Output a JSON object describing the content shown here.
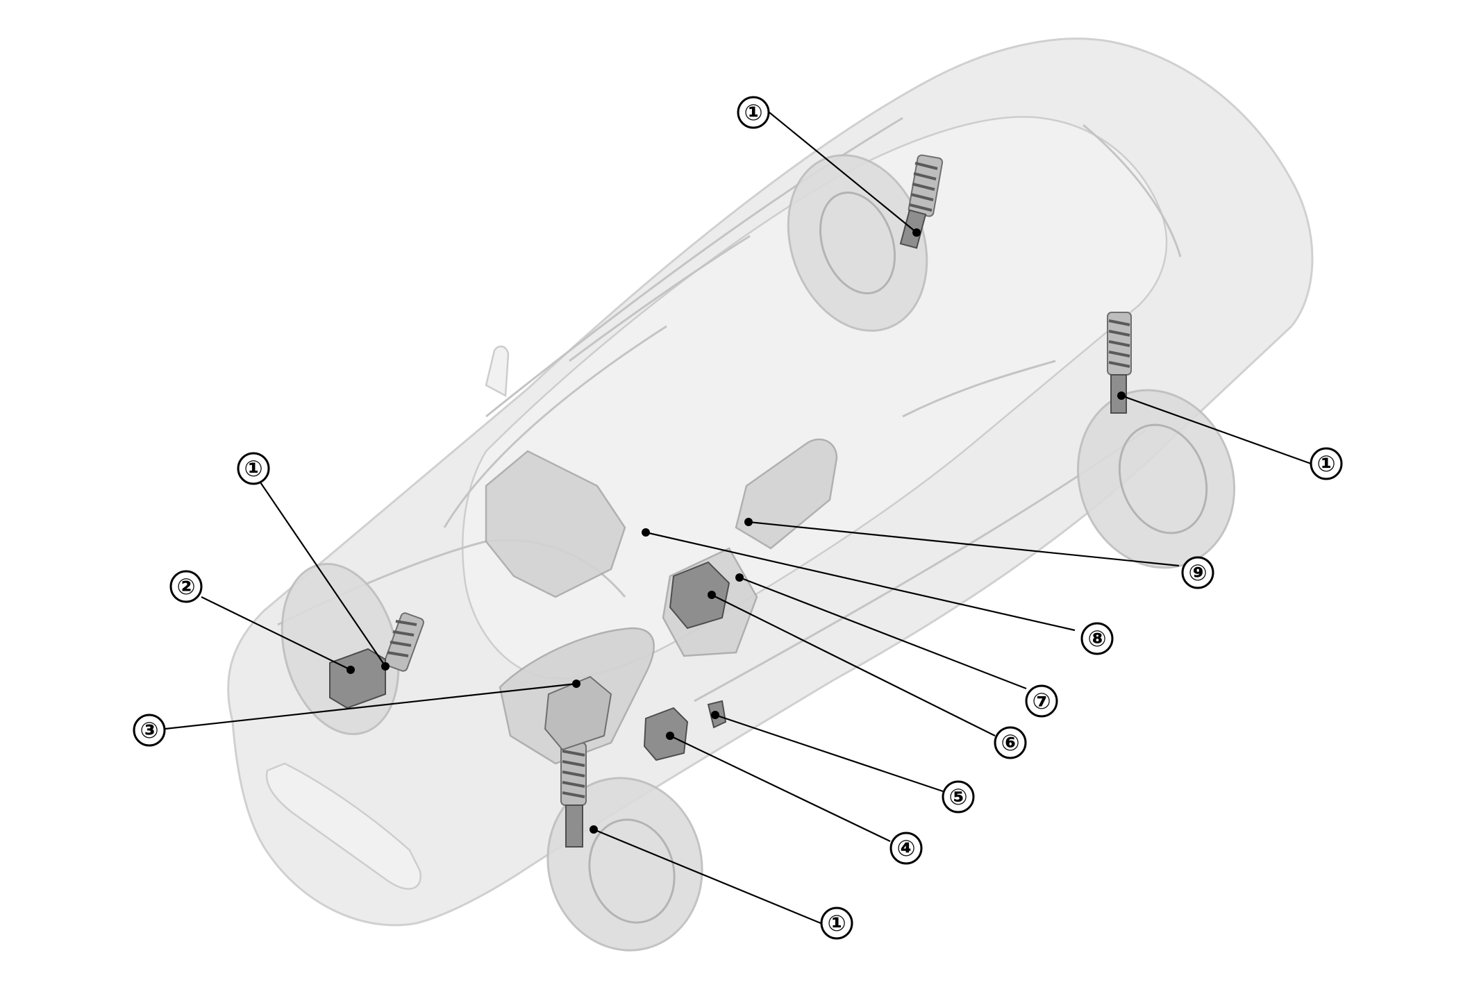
{
  "diagram": {
    "callouts": [
      {
        "id": "rear-left-strut",
        "label": "①"
      },
      {
        "id": "rear-right-strut",
        "label": "①"
      },
      {
        "id": "front-left-strut",
        "label": "①"
      },
      {
        "id": "front-right-strut",
        "label": "①"
      },
      {
        "id": "actuator-unit",
        "label": "②"
      },
      {
        "id": "engine-module",
        "label": "③"
      },
      {
        "id": "sensor-module-4",
        "label": "④"
      },
      {
        "id": "sensor-5",
        "label": "⑤"
      },
      {
        "id": "control-unit-6",
        "label": "⑥"
      },
      {
        "id": "switch-7",
        "label": "⑦"
      },
      {
        "id": "switch-8",
        "label": "⑧"
      },
      {
        "id": "switch-9",
        "label": "⑨"
      }
    ],
    "colors": {
      "line": "#000000",
      "body": "#e9e9e9",
      "part": "#8e8e8e"
    }
  }
}
